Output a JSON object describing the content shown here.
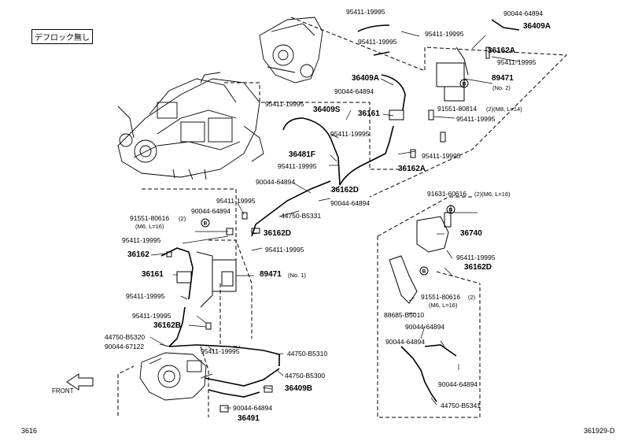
{
  "header": {
    "note": "デフロック無し"
  },
  "footer": {
    "left_code": "3616",
    "right_code": "361929-D"
  },
  "front_label": "FRONT",
  "parts": {
    "p90044_64894_tr": "90044-64894",
    "p36409A_top": "36409A",
    "p95411_19995_t1": "95411-19995",
    "p95411_19995_t2": "95411-19995",
    "p95411_19995_t3": "95411-19995",
    "p36162A_top": "36162A",
    "p95411_19995_t4": "95411-19995",
    "p36409A_mid": "36409A",
    "p90044_64894_mid": "90044-64894",
    "p89471_no2": "89471",
    "p89471_no2_note": "(No. 2)",
    "p91551_80814": "91551-80814",
    "p91551_80814_note": "(2)(M8, L=14)",
    "p95411_19995_a": "95411-19995",
    "p36409S": "36409S",
    "p36161_upper": "36161",
    "p95411_19995_b": "95411-19995",
    "p95411_19995_c": "95411-19995",
    "p95411_19995_d": "95411-19995",
    "p36481F": "36481F",
    "p95411_19995_e": "95411-19995",
    "p36162A_mid": "36162A",
    "p90044_64894_l1": "90044-64894",
    "p36162D_a": "36162D",
    "p90044_64894_l2": "90044-64894",
    "p91631_60616": "91631-60616",
    "p91631_60616_note": "(2)(M6, L=16)",
    "p95411_19995_f": "95411-19995",
    "p90044_64894_l3": "90044-64894",
    "p44750_B5331": "44750-B5331",
    "p91551_80616_a": "91551-80616",
    "p91551_80616_a_n1": "(2)",
    "p91551_80616_a_n2": "(M6, L=16)",
    "p95411_19995_g": "95411-19995",
    "p36162D_b": "36162D",
    "p95411_19995_h": "95411-19995",
    "p36740": "36740",
    "p36162_left": "36162",
    "p95411_19995_i": "95411-19995",
    "p36162D_c": "36162D",
    "p36161_lower": "36161",
    "p89471_no1": "89471",
    "p89471_no1_note": "(No. 1)",
    "p95411_19995_j": "95411-19995",
    "p91551_80616_b": "91551-80616",
    "p91551_80616_b_n1": "(2)",
    "p91551_80616_b_n2": "(M6, L=16)",
    "p95411_19995_k": "95411-19995",
    "p88685_B5010": "88685-B5010",
    "p36162B": "36162B",
    "p90044_64894_r1": "90044-64894",
    "p44750_B5320": "44750-B5320",
    "p90044_64894_r2": "90044-64894",
    "p90044_67122": "90044-67122",
    "p95411_19995_l": "95411-19995",
    "p44750_B5310": "44750-B5310",
    "p44750_B5300": "44750-B5300",
    "p90044_64894_r3": "90044-64894",
    "p36409B": "36409B",
    "p90044_64894_b": "90044-64894",
    "p36491": "36491",
    "p44750_B5341": "44750-B5341",
    "callout_b": "B"
  }
}
